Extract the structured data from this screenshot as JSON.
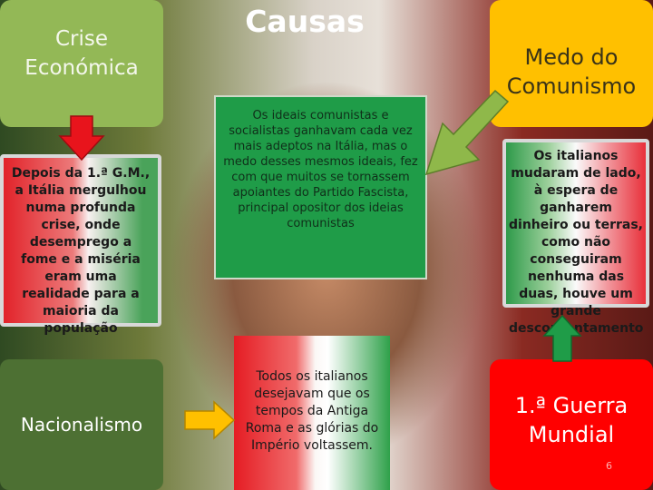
{
  "title": "Causas",
  "boxes": {
    "crise": "Crise Económica",
    "medo": "Medo do Comunismo",
    "ideais": "Os ideais comunistas e socialistas ganhavam cada vez mais adeptos na Itália, mas o medo desses mesmos ideais, fez com que muitos se tornassem apoiantes do Partido Fascista, principal opositor dos ideias comunistas",
    "depois": "Depois da 1.ª G.M., a Itália mergulhou numa profunda crise, onde desemprego a fome e a miséria eram uma realidade para a maioria da população",
    "italianos": "Os italianos mudaram de lado, à espera de ganharem dinheiro ou terras, como não conseguiram nenhuma das duas, houve um grande descontentamento",
    "nacionalismo": "Nacionalismo",
    "todos": "Todos os italianos desejavam que os tempos da Antiga Roma e as glórias do Império voltassem.",
    "guerra": "1.ª Guerra Mundial"
  },
  "page_number": "6",
  "colors": {
    "crise": "#93b856",
    "medo": "#ffc000",
    "ideais": "#1f9c48",
    "nacionalismo": "#4d7033",
    "guerra": "#ff0000",
    "arrow_red": "#e8141c",
    "arrow_green_light": "#8fb84a",
    "arrow_orange": "#ffc000",
    "arrow_green": "#1f9c48"
  }
}
